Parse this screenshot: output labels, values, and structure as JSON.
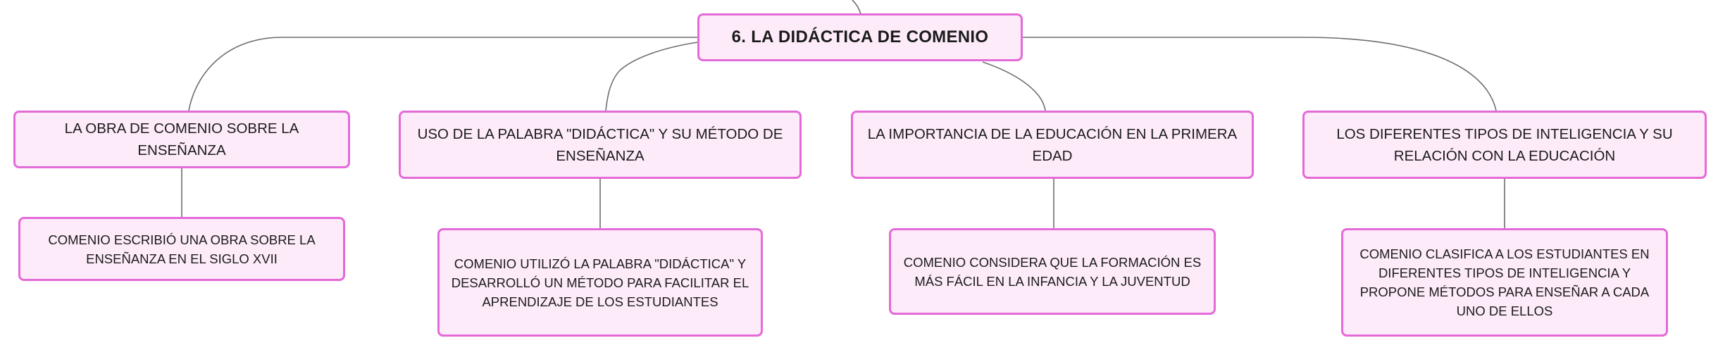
{
  "map": {
    "root": "6. LA DIDÁCTICA DE COMENIO",
    "topics": [
      {
        "label": "LA OBRA DE COMENIO SOBRE LA ENSEÑANZA",
        "detail": "COMENIO ESCRIBIÓ UNA OBRA SOBRE LA ENSEÑANZA EN EL SIGLO XVII"
      },
      {
        "label": "USO DE LA PALABRA \"DIDÁCTICA\" Y SU MÉTODO DE ENSEÑANZA",
        "detail": "COMENIO UTILIZÓ LA PALABRA \"DIDÁCTICA\" Y DESARROLLÓ UN MÉTODO PARA FACILITAR EL APRENDIZAJE DE LOS ESTUDIANTES"
      },
      {
        "label": "LA IMPORTANCIA DE LA EDUCACIÓN EN LA PRIMERA EDAD",
        "detail": "COMENIO CONSIDERA QUE LA FORMACIÓN ES MÁS FÁCIL EN LA INFANCIA Y LA JUVENTUD"
      },
      {
        "label": "LOS DIFERENTES TIPOS DE INTELIGENCIA Y SU RELACIÓN CON LA EDUCACIÓN",
        "detail": "COMENIO CLASIFICA A LOS ESTUDIANTES EN DIFERENTES TIPOS DE INTELIGENCIA Y PROPONE MÉTODOS PARA ENSEÑAR A CADA UNO DE ELLOS"
      }
    ]
  },
  "colors": {
    "node_fill": "#fdebfa",
    "node_border": "#e46ad8",
    "connector": "#6e6e6e",
    "text": "#1b1b1b"
  }
}
